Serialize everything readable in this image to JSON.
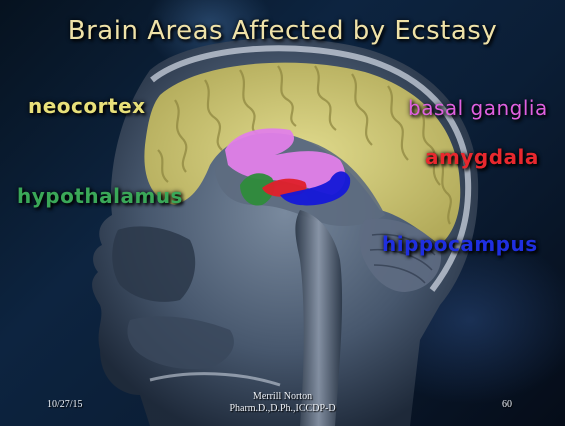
{
  "slide": {
    "title": "Brain Areas Affected by Ecstasy"
  },
  "labels": {
    "neocortex": {
      "text": "neocortex",
      "color": "#e8e07a"
    },
    "basal_ganglia": {
      "text": "basal ganglia",
      "color": "#e060e0"
    },
    "amygdala": {
      "text": "amygdala",
      "color": "#e8282e"
    },
    "hypothalamus": {
      "text": "hypothalamus",
      "color": "#3aa858"
    },
    "hippocampus": {
      "text": "hippocampus",
      "color": "#1f2fe0"
    }
  },
  "regions": {
    "neocortex": "#d8d070",
    "basal_ganglia": "#e080e8",
    "amygdala": "#e0202a",
    "hypothalamus": "#2e8c3a",
    "hippocampus": "#1418d8"
  },
  "footer": {
    "date": "10/27/15",
    "author_line1": "Merrill Norton",
    "author_line2": "Pharm.D.,D.Ph.,ICCDP-D",
    "page": "60"
  }
}
